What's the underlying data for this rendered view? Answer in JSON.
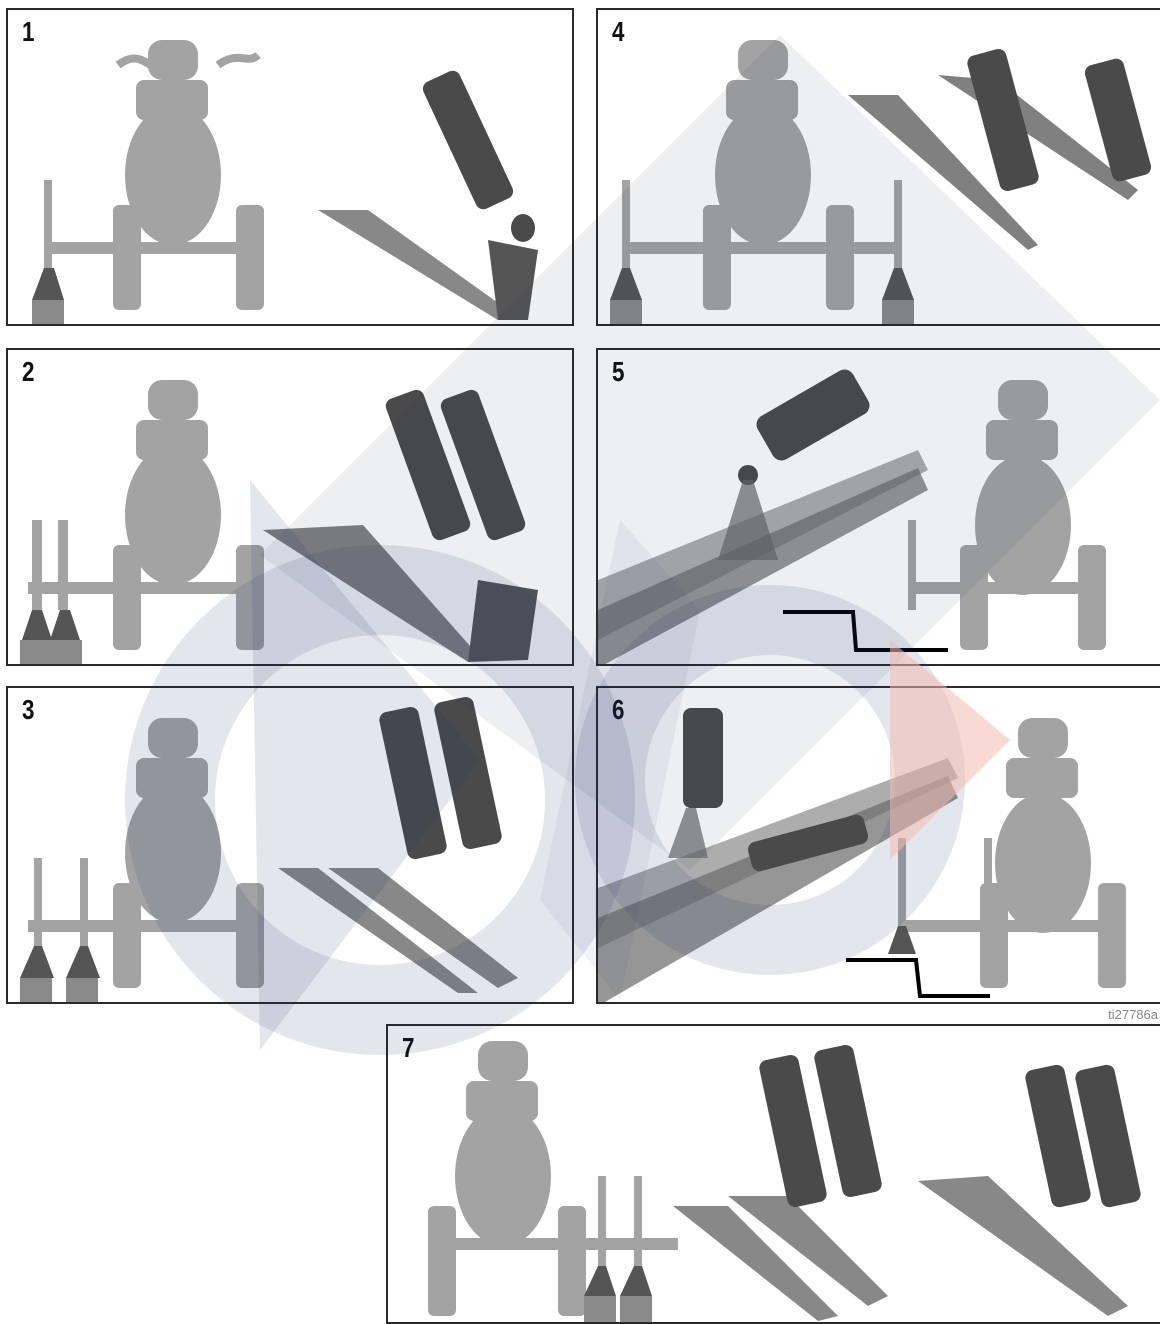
{
  "colors": {
    "tractor": "#a3a3a3",
    "spray": "#606060",
    "gun_dark": "#3a3a3a",
    "watermark_blue": "#1f2f6b",
    "watermark_red": "#f2b9b0",
    "line_black": "#000000"
  },
  "panels": [
    {
      "number": "1",
      "guns": 1,
      "nozzles": 1,
      "kind": "flat"
    },
    {
      "number": "2",
      "guns": 2,
      "nozzles": 2,
      "kind": "flat"
    },
    {
      "number": "3",
      "guns": 2,
      "nozzles": 2,
      "kind": "flat"
    },
    {
      "number": "4",
      "guns": 2,
      "nozzles": 2,
      "kind": "flat"
    },
    {
      "number": "5",
      "guns": 1,
      "nozzles": 1,
      "kind": "curb"
    },
    {
      "number": "6",
      "guns": 2,
      "nozzles": 1,
      "kind": "curb"
    },
    {
      "number": "7",
      "guns": 4,
      "nozzles": 2,
      "kind": "flat"
    }
  ],
  "figure_code": "ti27786a",
  "icons": {
    "tractor": "line-striper-rear-view-icon",
    "spray_gun": "spray-gun-icon",
    "nozzle": "nozzle-icon",
    "curb_profile": "curb-profile-icon",
    "watermark": "watermark-logo"
  }
}
